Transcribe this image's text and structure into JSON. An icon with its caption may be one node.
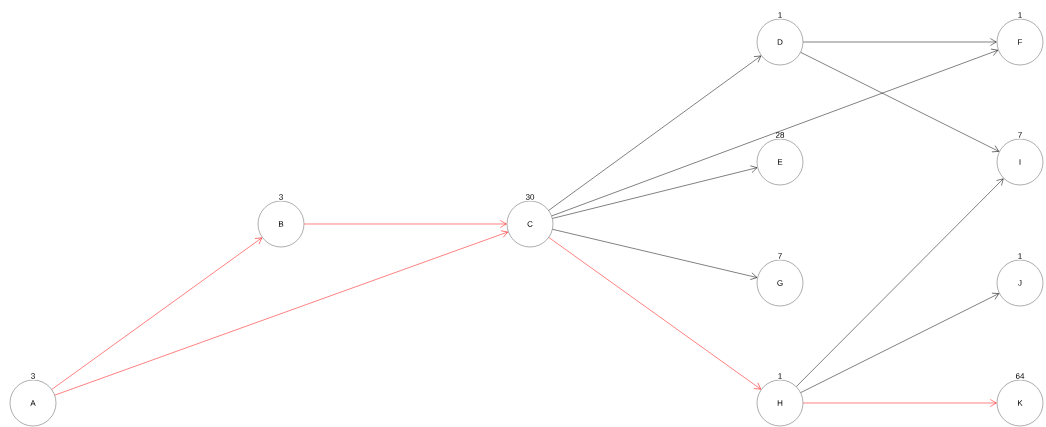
{
  "diagram": {
    "nodes": [
      {
        "text": [
          "A"
        ],
        "beside": [
          "3"
        ]
      },
      {
        "text": [
          "B"
        ],
        "beside": [
          "3"
        ]
      },
      {
        "text": [
          "C"
        ],
        "beside": [
          "30"
        ]
      },
      {
        "text": [
          "D"
        ],
        "beside": [
          "1"
        ]
      },
      {
        "text": [
          "E"
        ],
        "beside": [
          "28"
        ]
      },
      {
        "text": [
          "F"
        ],
        "beside": [
          "1"
        ]
      },
      {
        "text": [
          "G"
        ],
        "beside": [
          "7"
        ]
      },
      {
        "text": [
          "H"
        ],
        "beside": [
          "1"
        ]
      },
      {
        "text": [
          "I"
        ],
        "beside": [
          "7"
        ]
      },
      {
        "text": [
          "J"
        ],
        "beside": [
          "1"
        ]
      },
      {
        "text": [
          "K"
        ],
        "beside": [
          "64"
        ]
      }
    ],
    "edges": [
      {
        "from": 0,
        "to": 1,
        "arrow": "to",
        "color": "#ff0000"
      },
      {
        "from": 0,
        "to": 2,
        "arrow": "to",
        "color": "#ff0000"
      },
      {
        "from": 1,
        "to": 2,
        "arrow": "to",
        "color": "#ff0000"
      },
      {
        "from": 2,
        "to": 3,
        "arrow": "to"
      },
      {
        "from": 2,
        "to": 5,
        "arrow": "to"
      },
      {
        "from": 2,
        "to": 4,
        "arrow": "to"
      },
      {
        "from": 2,
        "to": 6,
        "arrow": "to"
      },
      {
        "from": 2,
        "to": 7,
        "arrow": "to",
        "color": "#ff0000"
      },
      {
        "from": 3,
        "to": 5,
        "arrow": "to"
      },
      {
        "from": 3,
        "to": 8,
        "arrow": "to"
      },
      {
        "from": 7,
        "to": 8,
        "arrow": "to"
      },
      {
        "from": 7,
        "to": 9,
        "arrow": "to"
      },
      {
        "from": 7,
        "to": 10,
        "arrow": "to",
        "color": "#ff0000"
      }
    ]
  }
}
